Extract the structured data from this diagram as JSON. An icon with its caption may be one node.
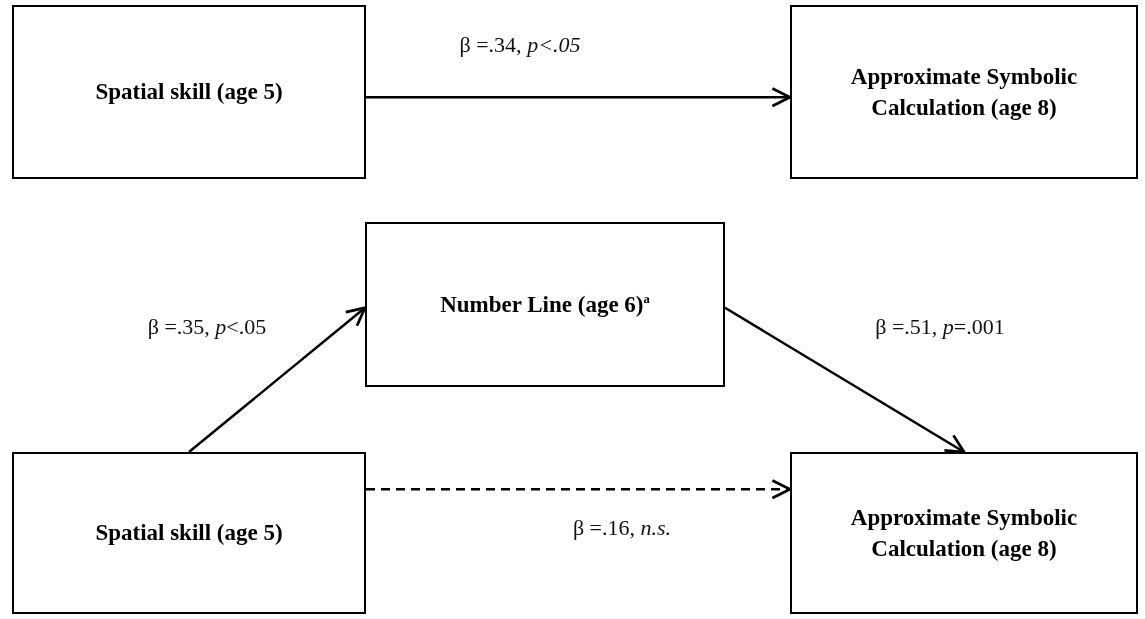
{
  "diagram": {
    "nodes": [
      {
        "text": [
          "Spatial skill (age 5)"
        ]
      },
      {
        "text": [
          "Approximate Symbolic Calculation (age 8)"
        ]
      },
      {
        "text": [
          "Number Line (age 6)$^{a}$"
        ]
      },
      {
        "text": [
          "Spatial skill (age 5)"
        ]
      },
      {
        "text": [
          "Approximate Symbolic Calculation (age 8)"
        ]
      }
    ],
    "edges": [
      {
        "from": 0,
        "to": 1,
        "arrow": "to",
        "label": "β =.34, *p<.05*"
      },
      {
        "from": 3,
        "to": 2,
        "arrow": "to",
        "label": "β =.35, *p*<.05"
      },
      {
        "from": 2,
        "to": 4,
        "arrow": "to",
        "label": "β =.51, *p*=.001"
      },
      {
        "from": 3,
        "to": 4,
        "arrow": "to",
        "label": "β =.16, *n.s.*",
        "style": "dashed"
      }
    ]
  }
}
